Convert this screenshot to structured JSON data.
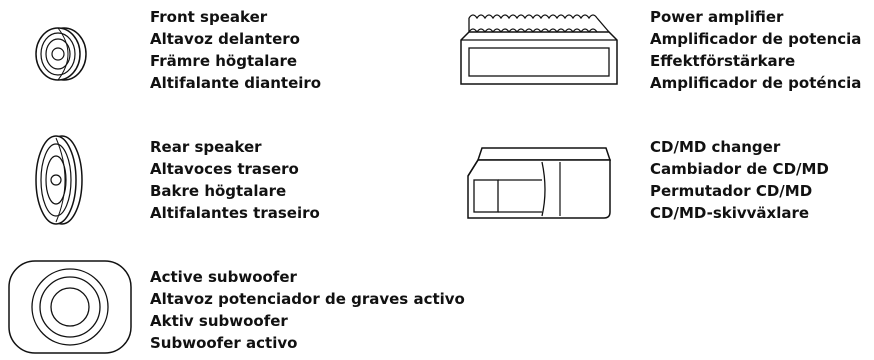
{
  "items": [
    {
      "id": "front-speaker",
      "icon": "front-speaker-icon",
      "labels": [
        "Front speaker",
        "Altavoz delantero",
        "Främre högtalare",
        "Altifalante dianteiro"
      ]
    },
    {
      "id": "power-amplifier",
      "icon": "power-amplifier-icon",
      "labels": [
        "Power amplifier",
        "Amplificador de potencia",
        "Effektförstärkare",
        "Amplificador de poténcia"
      ]
    },
    {
      "id": "rear-speaker",
      "icon": "rear-speaker-icon",
      "labels": [
        "Rear speaker",
        "Altavoces trasero",
        "Bakre högtalare",
        "Altifalantes traseiro"
      ]
    },
    {
      "id": "cd-md-changer",
      "icon": "cd-md-changer-icon",
      "labels": [
        "CD/MD changer",
        "Cambiador de CD/MD",
        "Permutador CD/MD",
        "CD/MD-skivväxlare"
      ]
    },
    {
      "id": "active-subwoofer",
      "icon": "active-subwoofer-icon",
      "labels": [
        "Active subwoofer",
        "Altavoz potenciador de graves activo",
        "Aktiv subwoofer",
        "Subwoofer activo"
      ]
    }
  ]
}
